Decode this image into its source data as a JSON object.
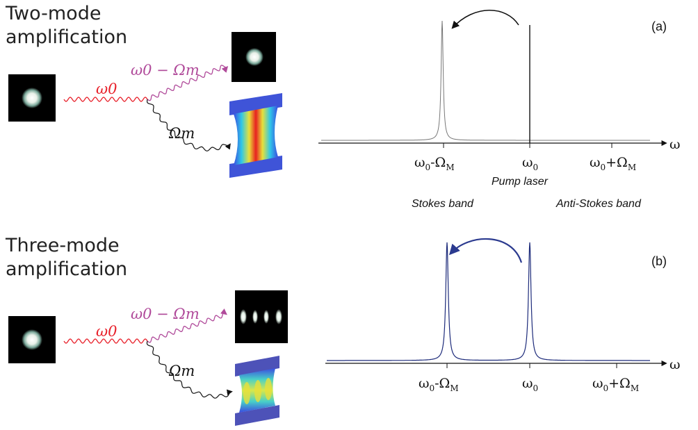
{
  "rows": [
    {
      "id": "two-mode",
      "title_lines": [
        "Two-mode",
        "amplification"
      ],
      "pump_label": "ω0",
      "scatter_label": "ω0 − Ωm",
      "phonon_label": "Ωm",
      "panel_label": "(a)",
      "axis_label": "ω",
      "ticks": [
        "ω0-ΩM",
        "ω0",
        "ω0+ΩM"
      ],
      "annotations": {
        "pump": "Pump laser",
        "stokes": "Stokes band",
        "anti_stokes": "Anti-Stokes band"
      },
      "arrow_color": "#111111",
      "curve_color": "#777777"
    },
    {
      "id": "three-mode",
      "title_lines": [
        "Three-mode",
        "amplification"
      ],
      "pump_label": "ω0",
      "scatter_label": "ω0 − Ωm",
      "phonon_label": "Ωm",
      "panel_label": "(b)",
      "axis_label": "ω",
      "ticks": [
        "ω0-ΩM",
        "ω0",
        "ω0+ΩM"
      ],
      "arrow_color": "#2b3a8f",
      "curve_color": "#1c2a7a"
    }
  ],
  "colors": {
    "pump_wave": "#e8202a",
    "scatter_wave": "#b04a9a",
    "phonon_wave": "#111111",
    "mirror_blue": "#3f54d8"
  },
  "chart_data": [
    {
      "type": "line",
      "title": "",
      "x_ticks": [
        "ω0-ΩM",
        "ω0",
        "ω0+ΩM"
      ],
      "xlabel": "ω",
      "ylabel": "",
      "peaks": [
        {
          "x": "ω0-ΩM",
          "relative_height": 1.0
        }
      ],
      "markers": [
        {
          "x": "ω0",
          "kind": "vertical line"
        }
      ],
      "arrow": {
        "from": "ω0",
        "to": "ω0-ΩM"
      },
      "grid": false
    },
    {
      "type": "line",
      "title": "",
      "x_ticks": [
        "ω0-ΩM",
        "ω0",
        "ω0+ΩM"
      ],
      "xlabel": "ω",
      "ylabel": "",
      "peaks": [
        {
          "x": "ω0-ΩM",
          "relative_height": 1.0
        },
        {
          "x": "ω0",
          "relative_height": 1.0
        }
      ],
      "arrow": {
        "from": "ω0",
        "to": "ω0-ΩM"
      },
      "grid": false
    }
  ]
}
